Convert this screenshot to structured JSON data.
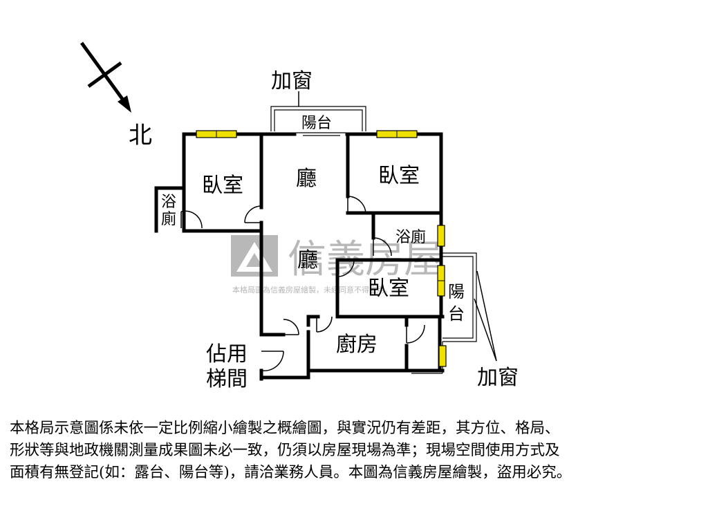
{
  "compass": {
    "label": "北"
  },
  "rooms": {
    "bedroom_west": "臥室",
    "living_upper": "廳",
    "bedroom_east": "臥室",
    "bath_west_1": "浴",
    "bath_west_2": "廁",
    "bath_center": "浴廁",
    "living_lower": "廳",
    "bedroom_center": "臥室",
    "kitchen": "廚房",
    "balcony_top": "陽台",
    "balcony_east_1": "陽",
    "balcony_east_2": "台",
    "stair_1": "佔用",
    "stair_2": "梯間"
  },
  "notes": {
    "add_window_top": "加窗",
    "add_window_bottom": "加窗"
  },
  "watermark": {
    "brand": "信義房屋",
    "caption": "本格局圖為信義房屋繪製，未經同意不得盜用。"
  },
  "disclaimer": {
    "line1": "本格局示意圖係未依一定比例縮小繪製之概繪圖，與實況仍有差距，其方位、格局、",
    "line2": "形狀等與地政機關測量成果圖未必一致，仍須以房屋現場為準；現場空間使用方式及",
    "line3": "面積有無登記(如：露台、陽台等)，請洽業務人員。本圖為信義房屋繪製，盜用必究。"
  },
  "colors": {
    "wall": "#000000",
    "window": "#f0e000",
    "watermark": "#b4b4b4"
  }
}
